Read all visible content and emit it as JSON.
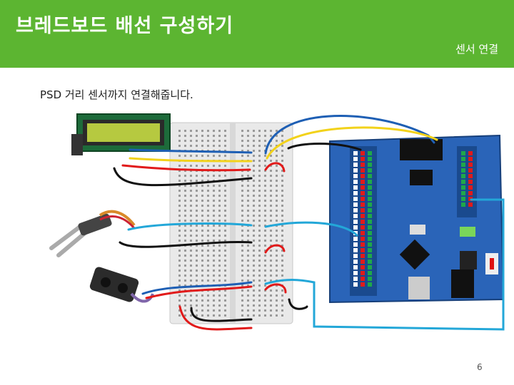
{
  "slide": {
    "title": "브레드보드 배선 구성하기",
    "section": "센서 연결",
    "body": "PSD 거리 센서까지 연결해줍니다.",
    "page_number": "6"
  },
  "colors": {
    "header_green": "#5cb531",
    "wire_blue": "#1e5fb4",
    "wire_yellow": "#f2d21a",
    "wire_red": "#e11a1a",
    "wire_black": "#111111",
    "wire_cyan": "#23a7d8",
    "board_blue": "#2a64b8"
  },
  "components": {
    "lcd": "lcd-display",
    "soil_sensor": "soil-moisture-sensor",
    "psd_sensor": "psd-distance-sensor",
    "breadboard": "breadboard",
    "arduino": "arduino-sensor-shield"
  }
}
